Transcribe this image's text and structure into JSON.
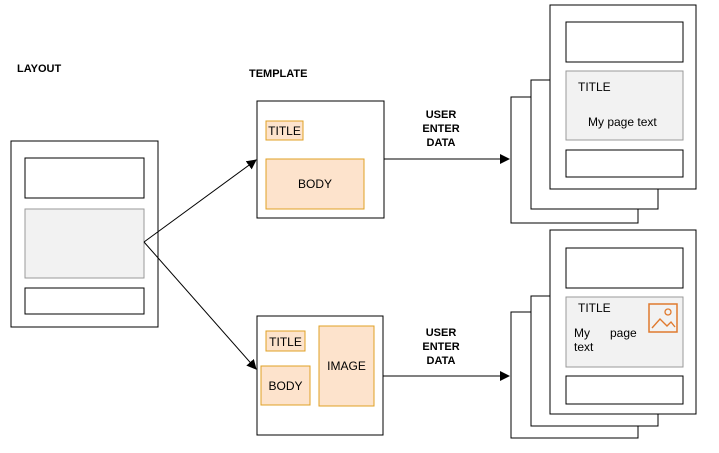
{
  "labels": {
    "layout": "LAYOUT",
    "template": "TEMPLATE",
    "user_enter_1": [
      "USER",
      "ENTER",
      "DATA"
    ],
    "user_enter_2": [
      "USER",
      "ENTER",
      "DATA"
    ]
  },
  "template_top": {
    "title": "TITLE",
    "body": "BODY"
  },
  "template_bottom": {
    "title": "TITLE",
    "body": "BODY",
    "image": "IMAGE"
  },
  "page_top": {
    "title": "TITLE",
    "text": "My page text"
  },
  "page_bottom": {
    "title": "TITLE",
    "text_line1": "My",
    "text_line1b": "page",
    "text_line2": "text"
  },
  "icons": [
    "image-icon"
  ],
  "colors": {
    "orange_fill": "#fde3cc",
    "orange_stroke": "#e0a025",
    "grey_fill": "#f2f2f2",
    "icon_orange": "#e07a2e"
  }
}
